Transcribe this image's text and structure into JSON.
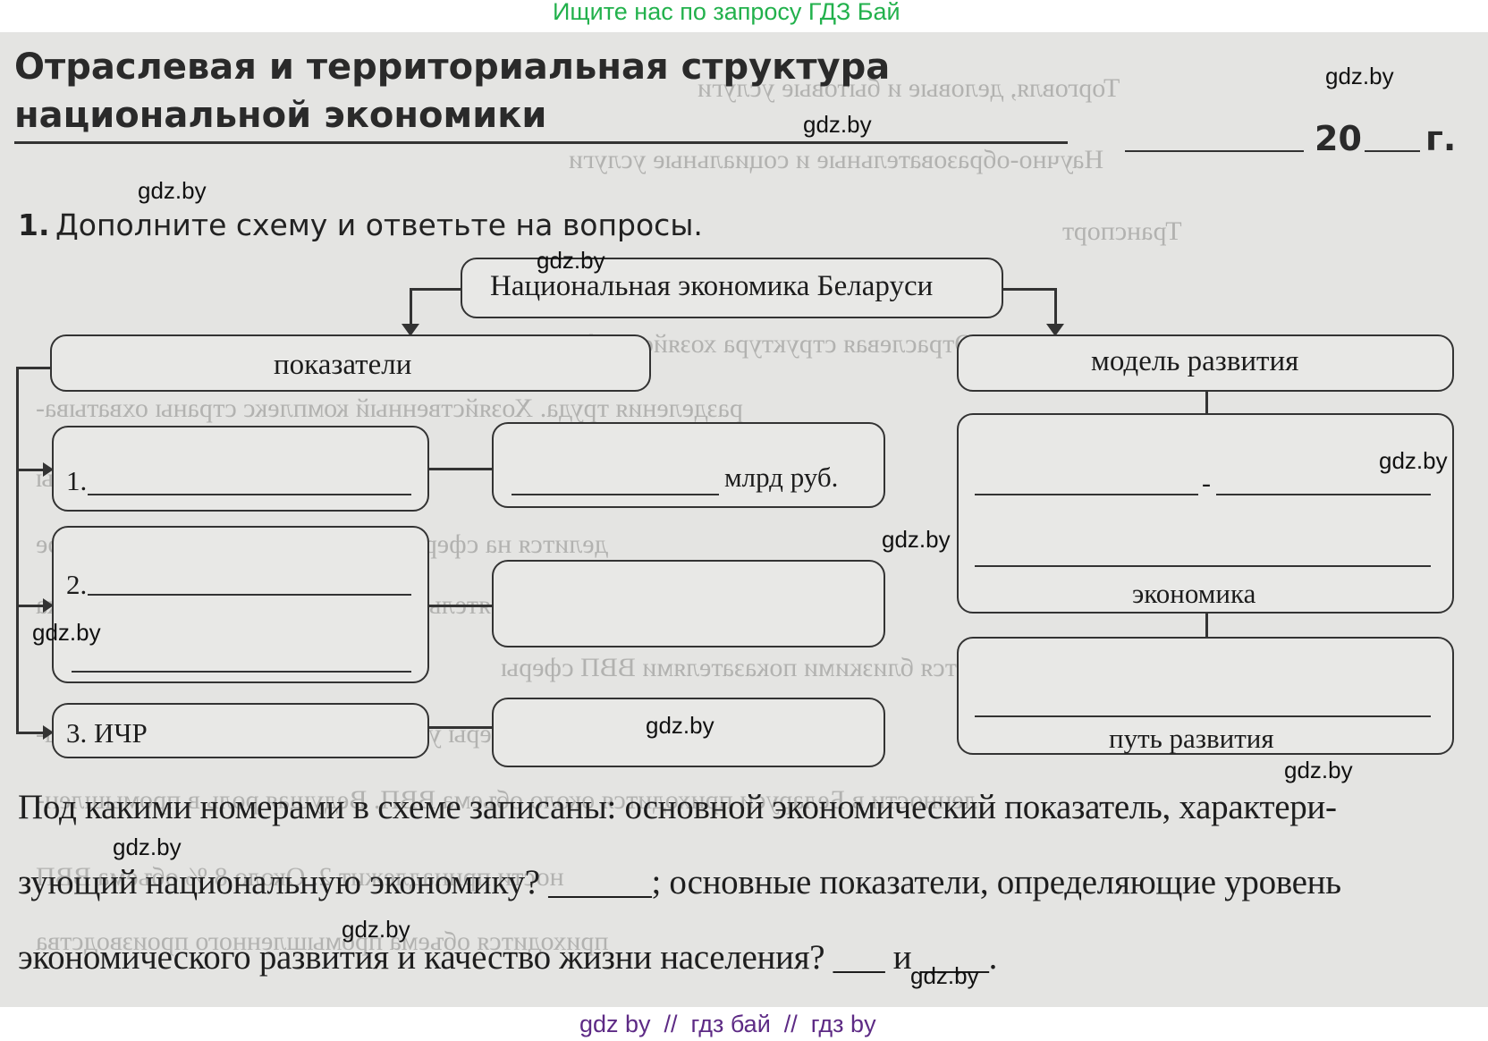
{
  "top_banner": "Ищите нас по запросу ГДЗ Бай",
  "title_line1": "Отраслевая и территориальная структура",
  "title_line2": "национальной экономики",
  "date_year": "20",
  "date_suffix": "г.",
  "task_number": "1.",
  "task_text": "Дополните схему и ответьте на вопросы.",
  "scheme": {
    "root": "Национальная экономика Беларуси",
    "indicators": "показатели",
    "development_model": "модель развития",
    "item1": "1.",
    "item2": "2.",
    "item3": "3. ИЧР",
    "unit": "млрд руб.",
    "dash": "-",
    "economy": "экономика",
    "development_path": "путь развития"
  },
  "question": {
    "line1": "Под какими номерами в схеме записаны: основной экономический показатель, характери-",
    "line2": "зующий национальную экономику? ______; основные показатели, определяющие уровень",
    "line3": "экономического развития и качество жизни населения? ___ и ____."
  },
  "watermarks": [
    "gdz.by",
    "gdz.by",
    "gdz.by",
    "gdz.by",
    "gdz.by",
    "gdz.by",
    "gdz.by",
    "gdz.by",
    "gdz.by",
    "gdz.by",
    "gdz.by",
    "gdz.by"
  ],
  "footer": "gdz by  //  гдз бай  //  гдз by"
}
